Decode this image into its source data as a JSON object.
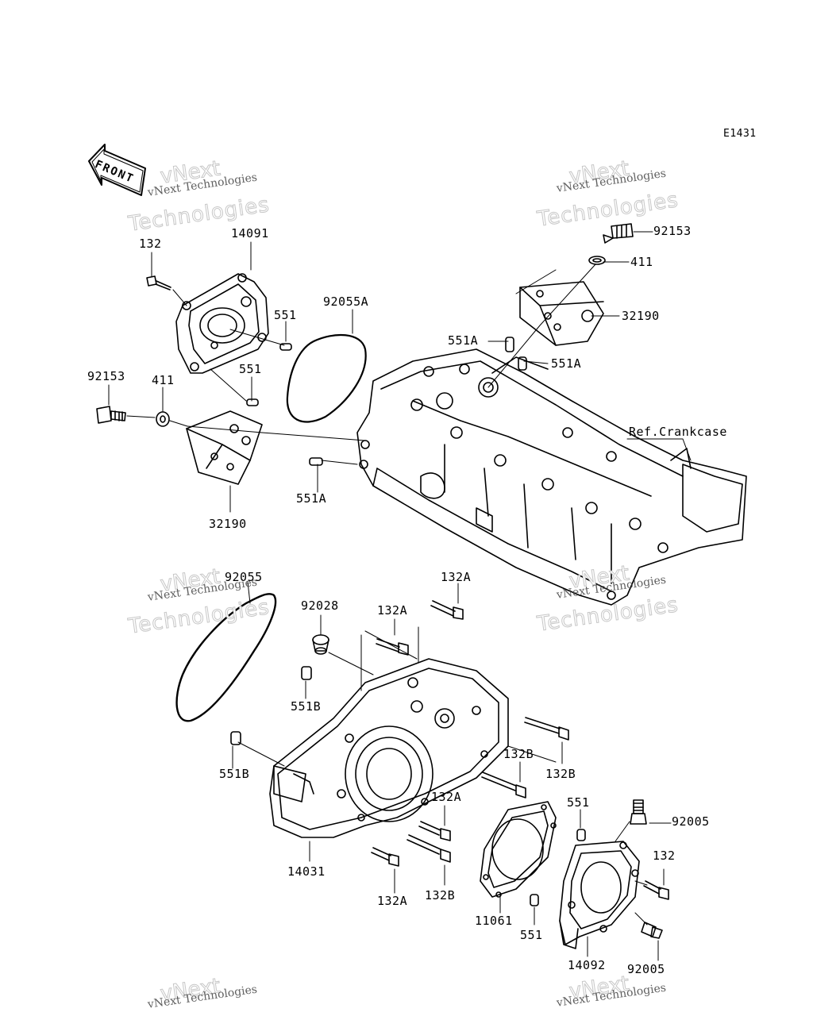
{
  "diagram_code": "E1431",
  "front_label": "FRONT",
  "watermark": {
    "line1": "vNext",
    "line2": "vNext Technologies",
    "line3": "Technologies"
  },
  "ref_label": "Ref.Crankcase",
  "parts": [
    {
      "id": "p-92153-top",
      "label": "92153"
    },
    {
      "id": "p-411-top",
      "label": "411"
    },
    {
      "id": "p-32190-top",
      "label": "32190"
    },
    {
      "id": "p-551a-1",
      "label": "551A"
    },
    {
      "id": "p-551a-2",
      "label": "551A"
    },
    {
      "id": "p-551a-3",
      "label": "551A"
    },
    {
      "id": "p-132-top",
      "label": "132"
    },
    {
      "id": "p-14091",
      "label": "14091"
    },
    {
      "id": "p-92055a",
      "label": "92055A"
    },
    {
      "id": "p-551-1",
      "label": "551"
    },
    {
      "id": "p-551-2",
      "label": "551"
    },
    {
      "id": "p-92153-left",
      "label": "92153"
    },
    {
      "id": "p-411-left",
      "label": "411"
    },
    {
      "id": "p-32190-left",
      "label": "32190"
    },
    {
      "id": "p-92055",
      "label": "92055"
    },
    {
      "id": "p-92028",
      "label": "92028"
    },
    {
      "id": "p-132a-1",
      "label": "132A"
    },
    {
      "id": "p-132a-2",
      "label": "132A"
    },
    {
      "id": "p-551b-1",
      "label": "551B"
    },
    {
      "id": "p-551b-2",
      "label": "551B"
    },
    {
      "id": "p-132b-1",
      "label": "132B"
    },
    {
      "id": "p-132b-2",
      "label": "132B"
    },
    {
      "id": "p-132a-3",
      "label": "132A"
    },
    {
      "id": "p-551-3",
      "label": "551"
    },
    {
      "id": "p-92005-1",
      "label": "92005"
    },
    {
      "id": "p-132-bottom",
      "label": "132"
    },
    {
      "id": "p-14031",
      "label": "14031"
    },
    {
      "id": "p-132a-4",
      "label": "132A"
    },
    {
      "id": "p-132b-3",
      "label": "132B"
    },
    {
      "id": "p-11061",
      "label": "11061"
    },
    {
      "id": "p-551-4",
      "label": "551"
    },
    {
      "id": "p-14092",
      "label": "14092"
    },
    {
      "id": "p-92005-2",
      "label": "92005"
    }
  ]
}
